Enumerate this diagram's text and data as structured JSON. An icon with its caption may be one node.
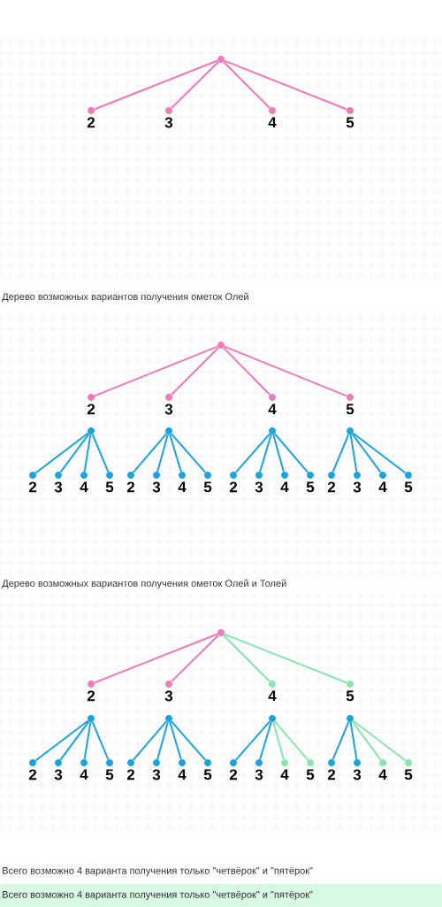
{
  "diagram": {
    "nodes": [
      {
        "text": [],
        "shape": "circle"
      },
      {
        "text": [
          "2"
        ]
      },
      {
        "text": [
          "3"
        ]
      },
      {
        "text": [
          "4"
        ]
      },
      {
        "text": [
          "5"
        ]
      },
      {
        "text": [],
        "shape": "circle"
      },
      {
        "text": [
          "2"
        ]
      },
      {
        "text": [
          "3"
        ]
      },
      {
        "text": [
          "4"
        ]
      },
      {
        "text": [
          "5"
        ]
      },
      {
        "text": [],
        "shape": "circle"
      },
      {
        "text": [],
        "shape": "circle"
      },
      {
        "text": [],
        "shape": "circle"
      },
      {
        "text": [],
        "shape": "circle"
      },
      {
        "text": [
          "2"
        ]
      },
      {
        "text": [
          "3"
        ]
      },
      {
        "text": [
          "4"
        ]
      },
      {
        "text": [
          "5"
        ]
      },
      {
        "text": [
          "2"
        ]
      },
      {
        "text": [
          "3"
        ]
      },
      {
        "text": [
          "4"
        ]
      },
      {
        "text": [
          "5"
        ]
      },
      {
        "text": [
          "2"
        ]
      },
      {
        "text": [
          "3"
        ]
      },
      {
        "text": [
          "4"
        ]
      },
      {
        "text": [
          "5"
        ]
      },
      {
        "text": [
          "2"
        ]
      },
      {
        "text": [
          "3"
        ]
      },
      {
        "text": [
          "4"
        ]
      },
      {
        "text": [
          "5"
        ]
      },
      {
        "text": [],
        "shape": "circle"
      },
      {
        "text": [
          "2"
        ]
      },
      {
        "text": [
          "3"
        ]
      },
      {
        "text": [
          "4"
        ]
      },
      {
        "text": [
          "5"
        ]
      },
      {
        "text": [],
        "shape": "circle"
      },
      {
        "text": [],
        "shape": "circle"
      },
      {
        "text": [],
        "shape": "circle"
      },
      {
        "text": [],
        "shape": "circle"
      },
      {
        "text": [
          "2"
        ]
      },
      {
        "text": [
          "3"
        ]
      },
      {
        "text": [
          "4"
        ]
      },
      {
        "text": [
          "5"
        ]
      },
      {
        "text": [
          "2"
        ]
      },
      {
        "text": [
          "3"
        ]
      },
      {
        "text": [
          "4"
        ]
      },
      {
        "text": [
          "5"
        ]
      },
      {
        "text": [
          "2"
        ]
      },
      {
        "text": [
          "3"
        ]
      },
      {
        "text": [
          "4"
        ]
      },
      {
        "text": [
          "5"
        ]
      },
      {
        "text": [
          "2"
        ]
      },
      {
        "text": [
          "3"
        ]
      },
      {
        "text": [
          "4"
        ]
      },
      {
        "text": [
          "5"
        ]
      }
    ],
    "edges": [
      {
        "from": 0,
        "to": 1,
        "arrow": "none",
        "color": "#f07ab8"
      },
      {
        "from": 0,
        "to": 2,
        "arrow": "none",
        "color": "#f07ab8"
      },
      {
        "from": 0,
        "to": 3,
        "arrow": "none",
        "color": "#f07ab8"
      },
      {
        "from": 0,
        "to": 4,
        "arrow": "none",
        "color": "#f07ab8"
      },
      {
        "from": 5,
        "to": 6,
        "arrow": "none",
        "color": "#f07ab8"
      },
      {
        "from": 5,
        "to": 7,
        "arrow": "none",
        "color": "#f07ab8"
      },
      {
        "from": 5,
        "to": 8,
        "arrow": "none",
        "color": "#f07ab8"
      },
      {
        "from": 5,
        "to": 9,
        "arrow": "none",
        "color": "#f07ab8"
      },
      {
        "from": 10,
        "to": 14,
        "arrow": "none"
      },
      {
        "from": 10,
        "to": 15,
        "arrow": "none"
      },
      {
        "from": 10,
        "to": 16,
        "arrow": "none"
      },
      {
        "from": 10,
        "to": 17,
        "arrow": "none"
      },
      {
        "from": 11,
        "to": 18,
        "arrow": "none"
      },
      {
        "from": 11,
        "to": 19,
        "arrow": "none"
      },
      {
        "from": 11,
        "to": 20,
        "arrow": "none"
      },
      {
        "from": 11,
        "to": 21,
        "arrow": "none"
      },
      {
        "from": 12,
        "to": 22,
        "arrow": "none"
      },
      {
        "from": 12,
        "to": 23,
        "arrow": "none"
      },
      {
        "from": 12,
        "to": 24,
        "arrow": "none"
      },
      {
        "from": 12,
        "to": 25,
        "arrow": "none"
      },
      {
        "from": 13,
        "to": 26,
        "arrow": "none"
      },
      {
        "from": 13,
        "to": 27,
        "arrow": "none"
      },
      {
        "from": 13,
        "to": 28,
        "arrow": "none"
      },
      {
        "from": 13,
        "to": 29,
        "arrow": "none"
      },
      {
        "from": 30,
        "to": 31,
        "arrow": "none",
        "color": "#f07ab8"
      },
      {
        "from": 30,
        "to": 32,
        "arrow": "none",
        "color": "#f07ab8"
      },
      {
        "from": 30,
        "to": 33,
        "arrow": "none",
        "color": "#86e6ab"
      },
      {
        "from": 30,
        "to": 34,
        "arrow": "none",
        "color": "#86e6ab"
      },
      {
        "from": 35,
        "to": 39,
        "arrow": "none"
      },
      {
        "from": 35,
        "to": 40,
        "arrow": "none"
      },
      {
        "from": 35,
        "to": 41,
        "arrow": "none"
      },
      {
        "from": 35,
        "to": 42,
        "arrow": "none"
      },
      {
        "from": 36,
        "to": 43,
        "arrow": "none"
      },
      {
        "from": 36,
        "to": 44,
        "arrow": "none"
      },
      {
        "from": 36,
        "to": 45,
        "arrow": "none"
      },
      {
        "from": 36,
        "to": 46,
        "arrow": "none"
      },
      {
        "from": 37,
        "to": 47,
        "arrow": "none"
      },
      {
        "from": 37,
        "to": 48,
        "arrow": "none"
      },
      {
        "from": 37,
        "to": 49,
        "arrow": "none",
        "color": "#86e6ab"
      },
      {
        "from": 37,
        "to": 50,
        "arrow": "none",
        "color": "#86e6ab"
      },
      {
        "from": 38,
        "to": 51,
        "arrow": "none"
      },
      {
        "from": 38,
        "to": 52,
        "arrow": "none"
      },
      {
        "from": 38,
        "to": 53,
        "arrow": "none",
        "color": "#86e6ab"
      },
      {
        "from": 38,
        "to": 54,
        "arrow": "none",
        "color": "#86e6ab"
      }
    ],
    "labels": [
      "Дерево возможных вариантов получения ометок Олей",
      "Дерево возможных вариантов получения ометок Олей и Толей",
      "Всего возможно 4 варианта получения только \"четвёрок\" и \"пятёрок\"",
      "Всего возможно 4 варианта получения только \"четвёрок\" и \"пятёрок\""
    ]
  }
}
